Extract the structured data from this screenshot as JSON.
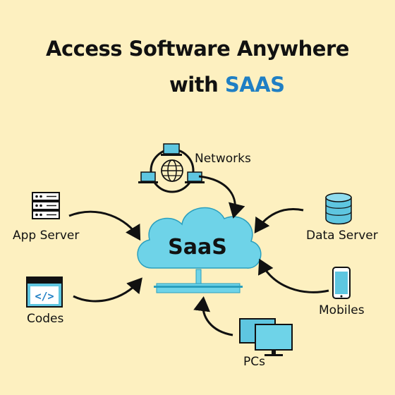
{
  "title": {
    "line1": "Access Software Anywhere",
    "line2_prefix": "with ",
    "line2_accent": "SAAS"
  },
  "center": {
    "label": "SaaS"
  },
  "nodes": {
    "networks": "Networks",
    "app_server": "App Server",
    "data_server": "Data Server",
    "codes": "Codes",
    "mobiles": "Mobiles",
    "pcs": "PCs"
  },
  "colors": {
    "background": "#fdf0c0",
    "cloud": "#6ed3e8",
    "accent": "#1f7fc4",
    "outline": "#111111"
  },
  "icons": [
    "globe-network-icon",
    "server-rack-icon",
    "database-icon",
    "code-window-icon",
    "smartphone-icon",
    "desktop-monitors-icon"
  ]
}
